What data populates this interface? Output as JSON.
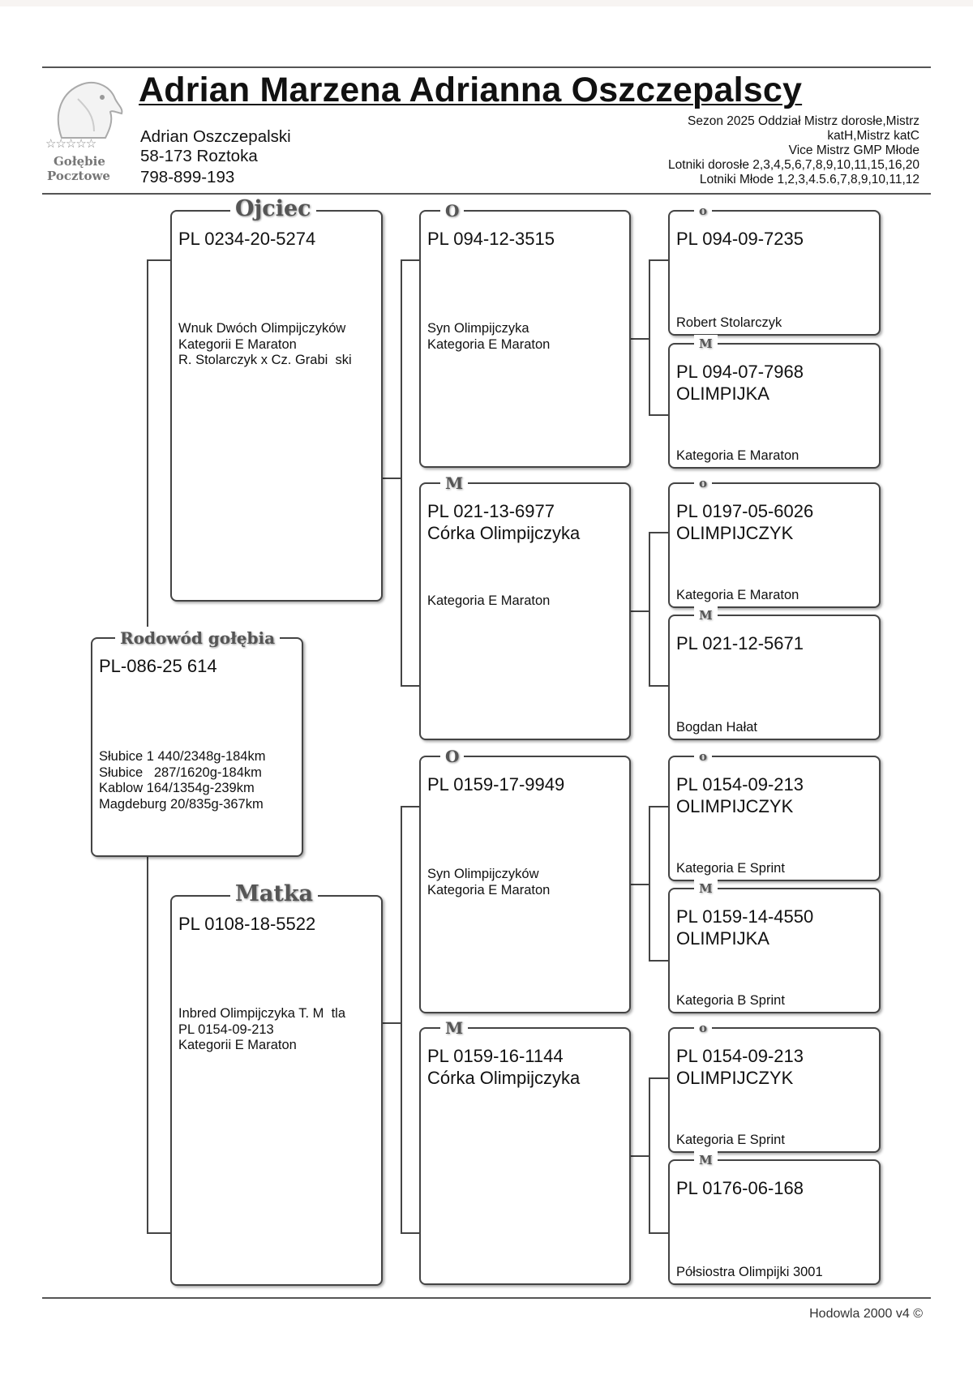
{
  "header": {
    "title": "Adrian Marzena Adrianna Oszczepalscy",
    "owner_name": "Adrian Oszczepalski",
    "owner_address": "58-173 Roztoka",
    "owner_phone": "798-899-193",
    "achievements": [
      "Sezon 2025 Oddział Mistrz dorosłe,Mistrz",
      "katH,Mistrz katC",
      "Vice Mistrz GMP Młode",
      "Lotniki dorosłe 2,3,4,5,6,7,8,9,10,11,15,16,20",
      "Lotniki Młode 1,2,3,4.5.6,7,8,9,10,11,12"
    ],
    "logo": {
      "stars": "☆☆☆☆☆",
      "line1": "Gołębie",
      "line2": "Pocztowe"
    }
  },
  "pedigree": {
    "subject": {
      "label": "Rodowód gołębia",
      "ring": [
        "PL-086-25 614"
      ],
      "desc": [
        "Słubice 1 440/2348g-184km",
        "Słubice   287/1620g-184km",
        "Kablow 164/1354g-239km",
        "Magdeburg 20/835g-367km"
      ]
    },
    "sire": {
      "label": "Ojciec",
      "ring": [
        "PL 0234-20-5274"
      ],
      "desc": [
        "Wnuk Dwóch Olimpijczyków",
        "Kategorii E Maraton",
        "R. Stolarczyk x Cz. Grabi  ski"
      ]
    },
    "dam": {
      "label": "Matka",
      "ring": [
        "PL 0108-18-5522"
      ],
      "desc": [
        "Inbred Olimpijczyka T. M  tla",
        "PL 0154-09-213",
        "Kategorii E Maraton"
      ]
    },
    "gen2": [
      {
        "label": "O",
        "ring": [
          "PL 094-12-3515"
        ],
        "desc": [
          "Syn Olimpijczyka",
          "Kategoria E Maraton"
        ]
      },
      {
        "label": "M",
        "ring": [
          "PL 021-13-6977",
          "Córka Olimpijczyka"
        ],
        "desc": [
          "Kategoria E Maraton"
        ]
      },
      {
        "label": "O",
        "ring": [
          "PL 0159-17-9949"
        ],
        "desc": [
          "Syn Olimpijczyków",
          "Kategoria E Maraton"
        ]
      },
      {
        "label": "M",
        "ring": [
          "PL 0159-16-1144",
          "Córka Olimpijczyka"
        ],
        "desc": []
      }
    ],
    "gen3": [
      {
        "label": "o",
        "ring": [
          "PL 094-09-7235"
        ],
        "desc": [
          "Robert Stolarczyk"
        ]
      },
      {
        "label": "M",
        "ring": [
          "PL 094-07-7968",
          "OLIMPIJKA"
        ],
        "desc": [
          "Kategoria E Maraton"
        ]
      },
      {
        "label": "o",
        "ring": [
          "PL 0197-05-6026",
          "OLIMPIJCZYK"
        ],
        "desc": [
          "Kategoria E Maraton"
        ]
      },
      {
        "label": "M",
        "ring": [
          "PL 021-12-5671"
        ],
        "desc": [
          "Bogdan Hałat"
        ]
      },
      {
        "label": "o",
        "ring": [
          "PL 0154-09-213",
          "OLIMPIJCZYK"
        ],
        "desc": [
          "Kategoria E Sprint"
        ]
      },
      {
        "label": "M",
        "ring": [
          "PL 0159-14-4550",
          "OLIMPIJKA"
        ],
        "desc": [
          "Kategoria B Sprint"
        ]
      },
      {
        "label": "o",
        "ring": [
          "PL 0154-09-213",
          "OLIMPIJCZYK"
        ],
        "desc": [
          "Kategoria E Sprint"
        ]
      },
      {
        "label": "M",
        "ring": [
          "PL 0176-06-168"
        ],
        "desc": [
          "Półsiostra Olimpijki 3001"
        ]
      }
    ]
  },
  "footer": {
    "text": "Hodowla 2000 v4 ©"
  }
}
